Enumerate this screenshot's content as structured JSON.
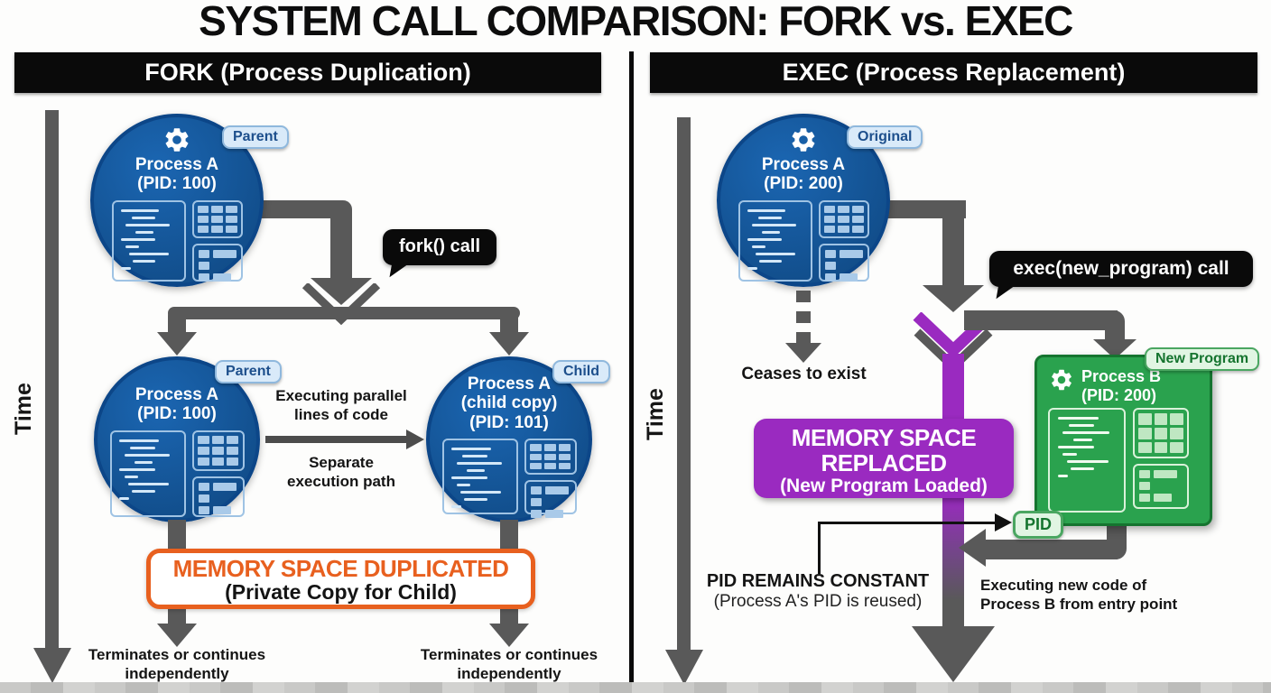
{
  "title": "SYSTEM CALL COMPARISON: FORK vs. EXEC",
  "fork": {
    "header": "FORK (Process Duplication)",
    "time_label": "Time",
    "call_label": "fork() call",
    "node_top": {
      "name": "Process A",
      "pid": "(PID: 100)",
      "badge": "Parent"
    },
    "node_parent": {
      "name": "Process A",
      "pid": "(PID: 100)",
      "badge": "Parent"
    },
    "node_child": {
      "name": "Process A",
      "sub": "(child copy)",
      "pid": "(PID: 101)",
      "badge": "Child"
    },
    "parallel_note": "Executing parallel lines of code",
    "separate_note": "Separate execution path",
    "memory_box": {
      "title": "MEMORY SPACE DUPLICATED",
      "subtitle": "(Private Copy for Child)"
    },
    "outcome_left": "Terminates or continues independently",
    "outcome_right": "Terminates or continues independently"
  },
  "exec": {
    "header": "EXEC (Process Replacement)",
    "time_label": "Time",
    "call_label": "exec(new_program) call",
    "node_top": {
      "name": "Process A",
      "pid": "(PID: 200)",
      "badge": "Original"
    },
    "ceases_note": "Ceases to exist",
    "memory_box": {
      "title": "MEMORY SPACE REPLACED",
      "subtitle": "(New Program Loaded)"
    },
    "node_new": {
      "name": "Process B",
      "pid": "(PID: 200)",
      "badge": "New Program"
    },
    "pid_badge": "PID",
    "pid_note": {
      "title": "PID REMAINS CONSTANT",
      "subtitle": "(Process A's PID is reused)"
    },
    "exec_note": "Executing new code of Process B from entry point"
  },
  "colors": {
    "process_blue": "#155aa4",
    "process_blue_border": "#0c4688",
    "arrow_gray": "#595959",
    "bubble_black": "#0a0a0a",
    "memory_orange": "#e8601f",
    "memory_purple": "#9a2ac0",
    "process_green": "#2aa24e",
    "process_green_border": "#15742f",
    "badge_blue_text": "#1d4f8c",
    "badge_green_text": "#15742f"
  }
}
